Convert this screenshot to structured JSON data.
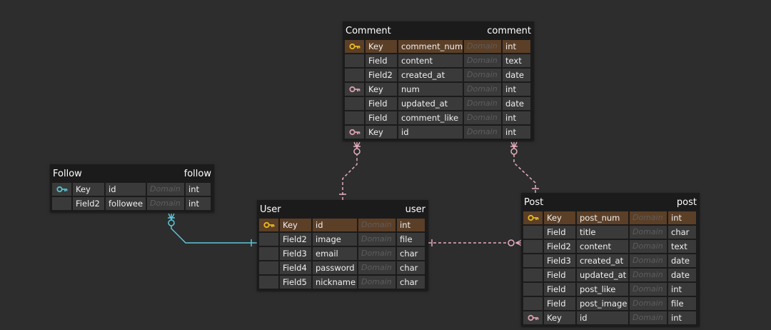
{
  "colors": {
    "background": "#2d2d2d",
    "table_bg": "#1b1b1b",
    "row_bg": "#3a3a3a",
    "pk_row_bg": "#5c3f27",
    "pk_key_icon": "#e8b923",
    "fk_key_icon": "#d9a1ad",
    "follow_key_icon": "#4fc3d6",
    "relation_pink": "#e5aebd",
    "relation_cyan": "#5cc7d8",
    "domain_text": "#5d5d5d"
  },
  "tables": {
    "comment": {
      "title": "Comment",
      "name": "comment",
      "rows": [
        {
          "role": "Key",
          "field": "comment_num",
          "domain": "Domain",
          "type": "int",
          "icon": "pk-key-icon"
        },
        {
          "role": "Field",
          "field": "content",
          "domain": "Domain",
          "type": "text",
          "icon": ""
        },
        {
          "role": "Field2",
          "field": "created_at",
          "domain": "Domain",
          "type": "date",
          "icon": ""
        },
        {
          "role": "Key",
          "field": "num",
          "domain": "Domain",
          "type": "int",
          "icon": "fk-key-icon"
        },
        {
          "role": "Field",
          "field": "updated_at",
          "domain": "Domain",
          "type": "date",
          "icon": ""
        },
        {
          "role": "Field",
          "field": "comment_like",
          "domain": "Domain",
          "type": "int",
          "icon": ""
        },
        {
          "role": "Key",
          "field": "id",
          "domain": "Domain",
          "type": "int",
          "icon": "fk-key-icon"
        }
      ]
    },
    "follow": {
      "title": "Follow",
      "name": "follow",
      "rows": [
        {
          "role": "Key",
          "field": "id",
          "domain": "Domain",
          "type": "int",
          "icon": "follow-key-icon"
        },
        {
          "role": "Field2",
          "field": "followee",
          "domain": "Domain",
          "type": "int",
          "icon": ""
        }
      ]
    },
    "user": {
      "title": "User",
      "name": "user",
      "rows": [
        {
          "role": "Key",
          "field": "id",
          "domain": "Domain",
          "type": "int",
          "icon": "pk-key-icon"
        },
        {
          "role": "Field2",
          "field": "image",
          "domain": "Domain",
          "type": "file",
          "icon": ""
        },
        {
          "role": "Field3",
          "field": "email",
          "domain": "Domain",
          "type": "char",
          "icon": ""
        },
        {
          "role": "Field4",
          "field": "password",
          "domain": "Domain",
          "type": "char",
          "icon": ""
        },
        {
          "role": "Field5",
          "field": "nickname",
          "domain": "Domain",
          "type": "char",
          "icon": ""
        }
      ]
    },
    "post": {
      "title": "Post",
      "name": "post",
      "rows": [
        {
          "role": "Key",
          "field": "post_num",
          "domain": "Domain",
          "type": "int",
          "icon": "pk-key-icon"
        },
        {
          "role": "Field",
          "field": "title",
          "domain": "Domain",
          "type": "char",
          "icon": ""
        },
        {
          "role": "Field2",
          "field": "content",
          "domain": "Domain",
          "type": "text",
          "icon": ""
        },
        {
          "role": "Field3",
          "field": "created_at",
          "domain": "Domain",
          "type": "date",
          "icon": ""
        },
        {
          "role": "Field",
          "field": "updated_at",
          "domain": "Domain",
          "type": "date",
          "icon": ""
        },
        {
          "role": "Field",
          "field": "post_like",
          "domain": "Domain",
          "type": "int",
          "icon": ""
        },
        {
          "role": "Field",
          "field": "post_image",
          "domain": "Domain",
          "type": "file",
          "icon": ""
        },
        {
          "role": "Key",
          "field": "id",
          "domain": "Domain",
          "type": "int",
          "icon": "fk-key-icon"
        }
      ]
    }
  },
  "relations": [
    {
      "from": "user",
      "to": "comment",
      "style": "dashed",
      "color": "relation_pink"
    },
    {
      "from": "post",
      "to": "comment",
      "style": "dashed",
      "color": "relation_pink"
    },
    {
      "from": "user",
      "to": "post",
      "style": "dashed",
      "color": "relation_pink"
    },
    {
      "from": "user",
      "to": "follow",
      "style": "solid",
      "color": "relation_cyan"
    }
  ]
}
